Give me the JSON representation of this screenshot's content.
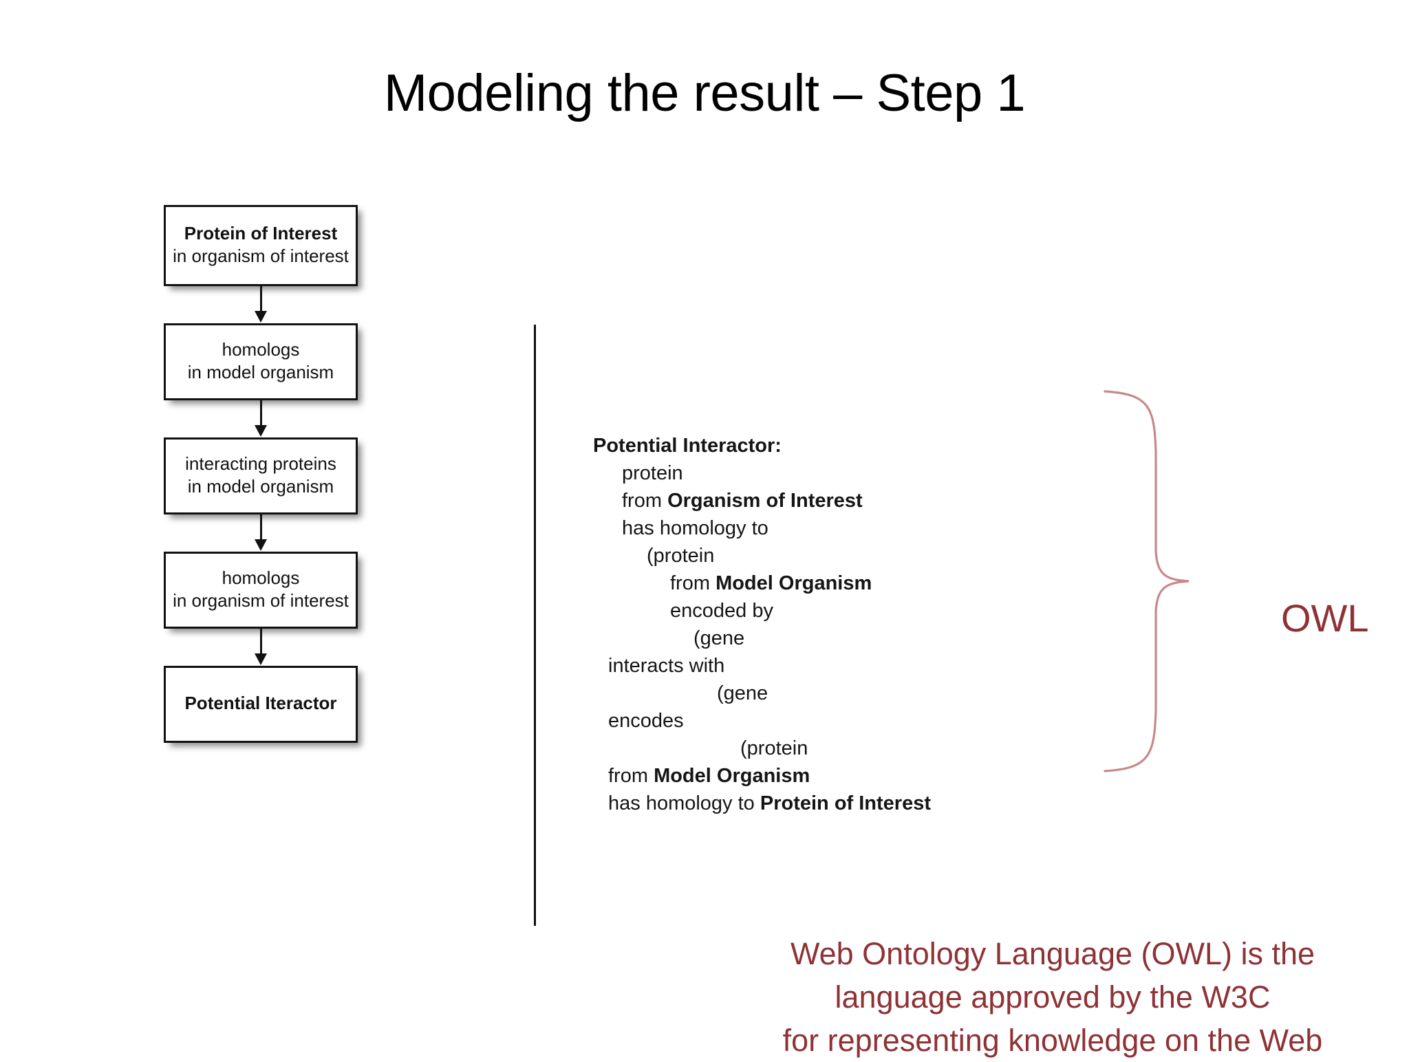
{
  "slide": {
    "title": "Modeling the result – Step 1",
    "background_color": "#ffffff",
    "accent_color": "#8f3236"
  },
  "flowchart": {
    "name": "protein-interaction-pipeline",
    "boxes": [
      {
        "id": "protein-of-interest",
        "line1": "Protein of Interest",
        "line1_bold": true,
        "line2": "in organism of interest"
      },
      {
        "id": "homologs-model",
        "line1": "homologs",
        "line1_bold": false,
        "line2": "in model organism"
      },
      {
        "id": "interacting-proteins",
        "line1": "interacting proteins",
        "line1_bold": false,
        "line2": "in model organism"
      },
      {
        "id": "homologs-interest",
        "line1": "homologs",
        "line1_bold": false,
        "line2": "in organism of interest"
      },
      {
        "id": "potential-iteractor",
        "line1": "Potential Iteractor",
        "line1_bold": true,
        "line2": ""
      }
    ]
  },
  "owl_expression": {
    "heading": "Potential Interactor:",
    "lines": [
      {
        "indent": 1,
        "plain": "protein",
        "bold": ""
      },
      {
        "indent": 1,
        "plain": "from ",
        "bold": "Organism of Interest"
      },
      {
        "indent": 1,
        "plain": "has homology to",
        "bold": ""
      },
      {
        "indent": 2,
        "plain": "(protein",
        "bold": ""
      },
      {
        "indent": 3,
        "plain": "from ",
        "bold": "Model Organism"
      },
      {
        "indent": 3,
        "plain": "encoded by",
        "bold": ""
      },
      {
        "indent": 4,
        "plain": "(gene",
        "bold": ""
      },
      {
        "indent": 4,
        "plain": "interacts with",
        "bold": "",
        "extra": 22
      },
      {
        "indent": 5,
        "plain": "(gene",
        "bold": ""
      },
      {
        "indent": 5,
        "plain": "encodes",
        "bold": "",
        "extra": 22
      },
      {
        "indent": 6,
        "plain": "(protein",
        "bold": ""
      },
      {
        "indent": 6,
        "plain": "from ",
        "bold": "Model Organism",
        "extra": 22
      },
      {
        "indent": 6,
        "plain": "has homology to ",
        "bold": "Protein of Interest",
        "extra": 22
      }
    ]
  },
  "owl_bracket": {
    "label": "OWL",
    "color": "#c07f80"
  },
  "footer_note": {
    "line1": "Web Ontology Language (OWL) is the",
    "line2": "language approved by the W3C",
    "line3": "for representing knowledge on the Web"
  }
}
